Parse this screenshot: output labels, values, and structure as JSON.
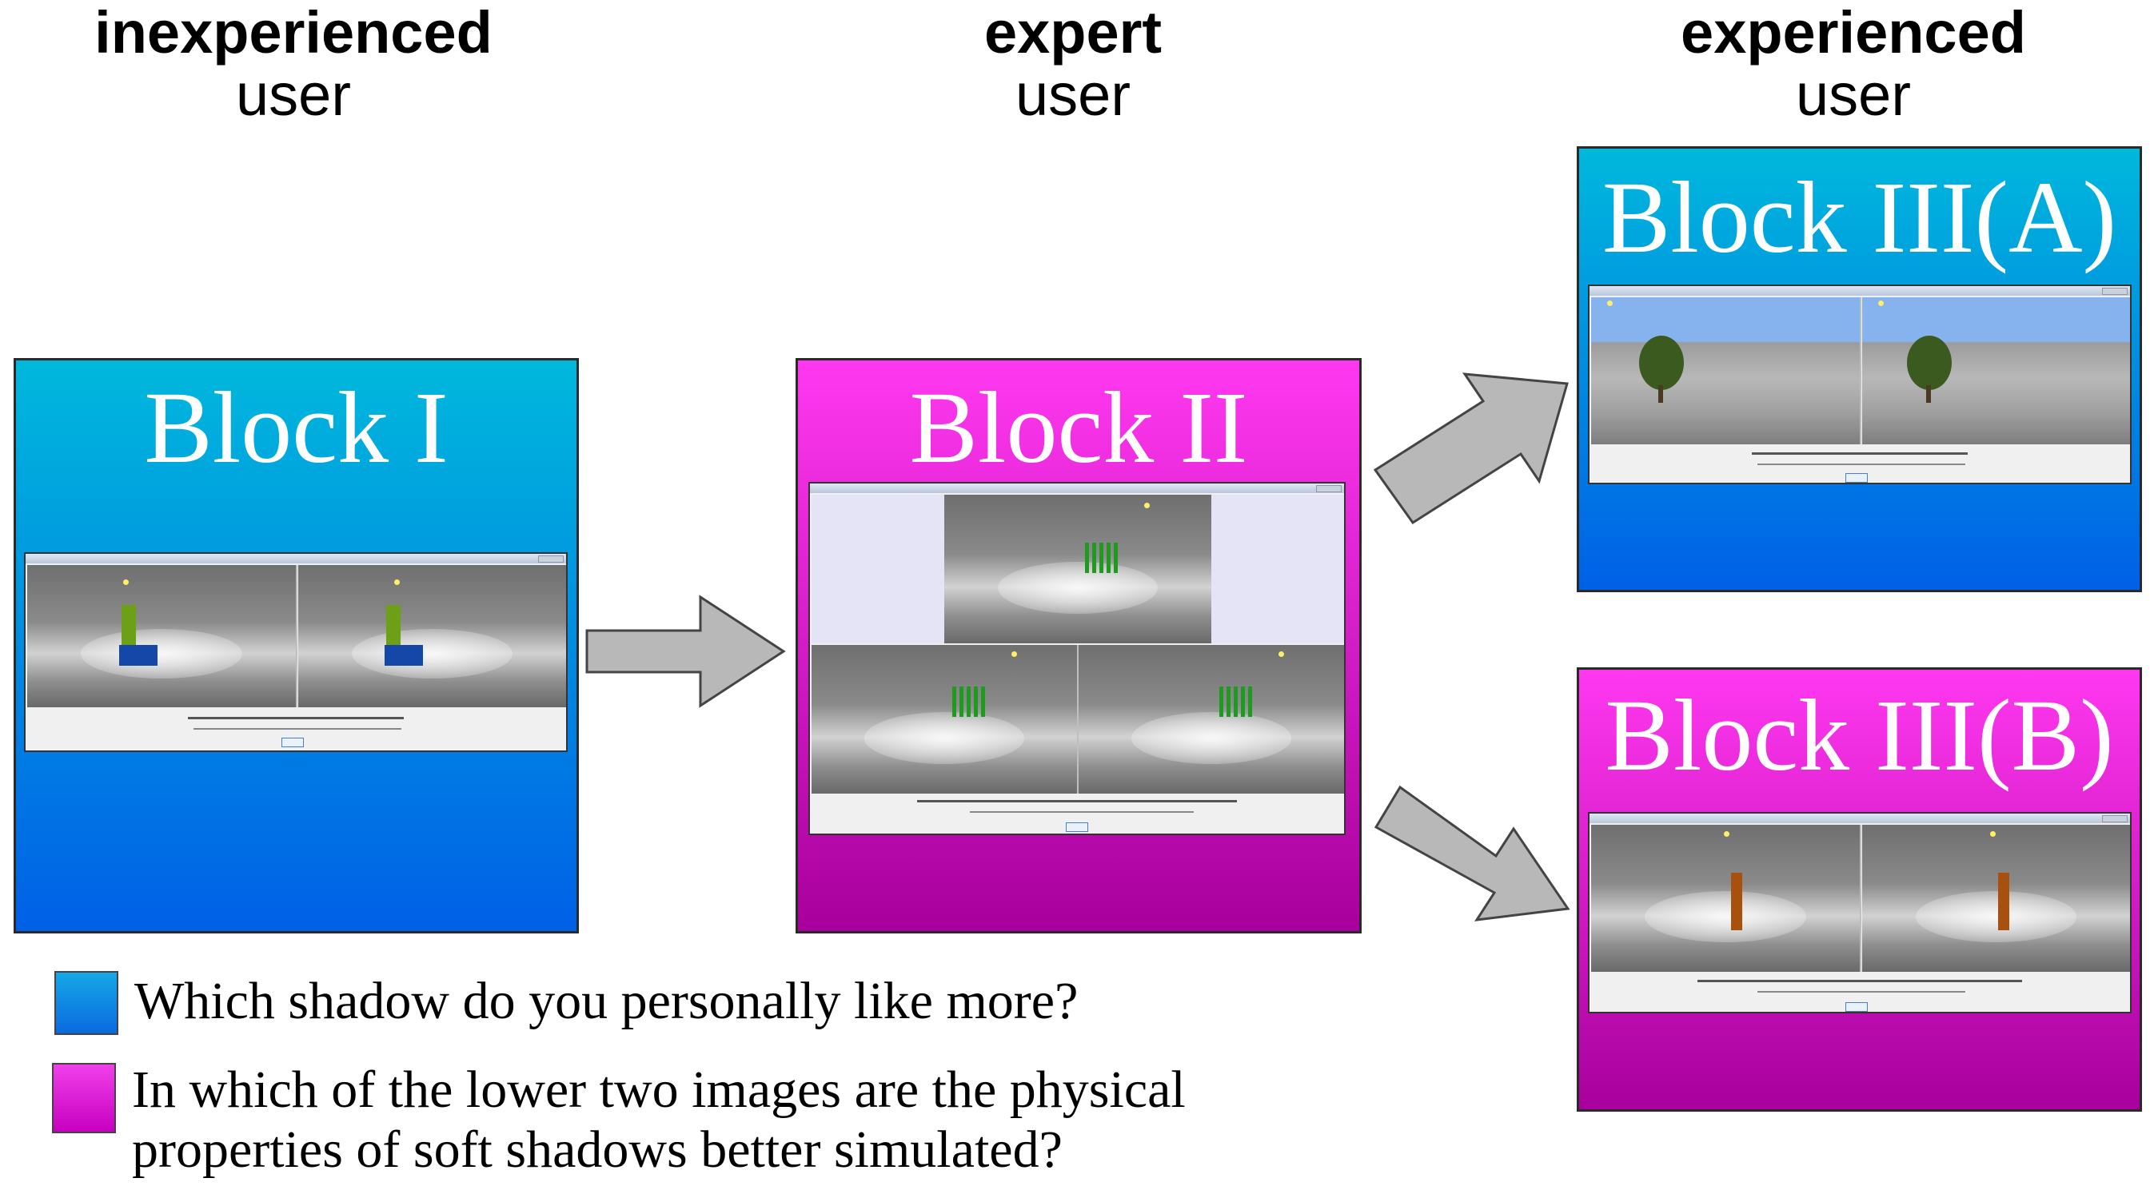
{
  "headers": {
    "inexperienced": {
      "bold": "inexperienced",
      "regular": "user"
    },
    "expert": {
      "bold": "expert",
      "regular": "user"
    },
    "experienced": {
      "bold": "experienced",
      "regular": "user"
    }
  },
  "blocks": {
    "block1": {
      "title": "Block I",
      "color": "blue",
      "scene": "green pillar and blue box"
    },
    "block2": {
      "title": "Block II",
      "color": "magenta",
      "scene": "green fence"
    },
    "block3a": {
      "title": "Block III(A)",
      "color": "blue",
      "scene": "tree"
    },
    "block3b": {
      "title": "Block III(B)",
      "color": "magenta",
      "scene": "wooden post"
    }
  },
  "legend": {
    "blue": {
      "color": "#0a8ce4",
      "text": "Which shadow do you personally like more?"
    },
    "pink": {
      "color": "#e01ed8",
      "line1": "In which of the lower two images are the physical",
      "line2": "properties of soft shadows better simulated?"
    }
  },
  "colors": {
    "blue_top": "#00b8dc",
    "blue_bottom": "#0060e6",
    "pink_top": "#ff38f0",
    "pink_bottom": "#a8009c",
    "arrow_fill": "#b8b8b8"
  }
}
